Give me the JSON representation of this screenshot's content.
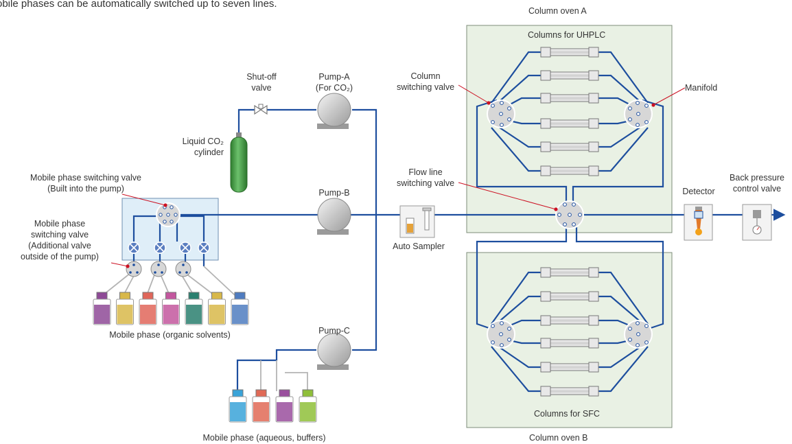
{
  "header_text": "obile phases can be automatically switched up to seven lines.",
  "labels": {
    "column_oven_a": "Column oven A",
    "column_oven_b": "Column oven B",
    "columns_uhplc": "Columns for UHPLC",
    "columns_sfc": "Columns for SFC",
    "column_switching_valve": [
      "Column",
      "switching valve"
    ],
    "manifold": "Manifold",
    "shutoff_valve": [
      "Shut-off",
      "valve"
    ],
    "pump_a": [
      "Pump-A",
      "(For CO₂)"
    ],
    "pump_b": "Pump-B",
    "pump_c": "Pump-C",
    "liquid_co2": [
      "Liquid CO₂",
      "cylinder"
    ],
    "mp_switching_builtin": [
      "Mobile phase switching valve",
      "(Built into the pump)"
    ],
    "mp_switching_additional": [
      "Mobile phase",
      "switching valve",
      "(Additional valve",
      "outside of the pump)"
    ],
    "flow_line_switching": [
      "Flow line",
      "switching valve"
    ],
    "auto_sampler": "Auto Sampler",
    "detector": "Detector",
    "back_pressure": [
      "Back pressure",
      "control valve"
    ],
    "mp_organic": "Mobile phase (organic solvents)",
    "mp_aqueous": "Mobile phase (aqueous, buffers)"
  },
  "colors": {
    "line": "#1d4e9e",
    "oven_fill": "#e9f1e4",
    "oven_stroke": "#7d8c7a",
    "panel_fill": "#dfeef8",
    "valve_fill": "#d7d7d7",
    "pointer": "#cc1122",
    "co2_cylinder": "#3e9a3e"
  },
  "organic_bottles": [
    "#8e4a96",
    "#d8b84a",
    "#e0665a",
    "#c3579e",
    "#2a7f6f",
    "#d8b84a",
    "#4f7cc0"
  ],
  "aqueous_bottles": [
    "#3aa3d8",
    "#e06a56",
    "#9a4f9e",
    "#8fbf3a"
  ]
}
